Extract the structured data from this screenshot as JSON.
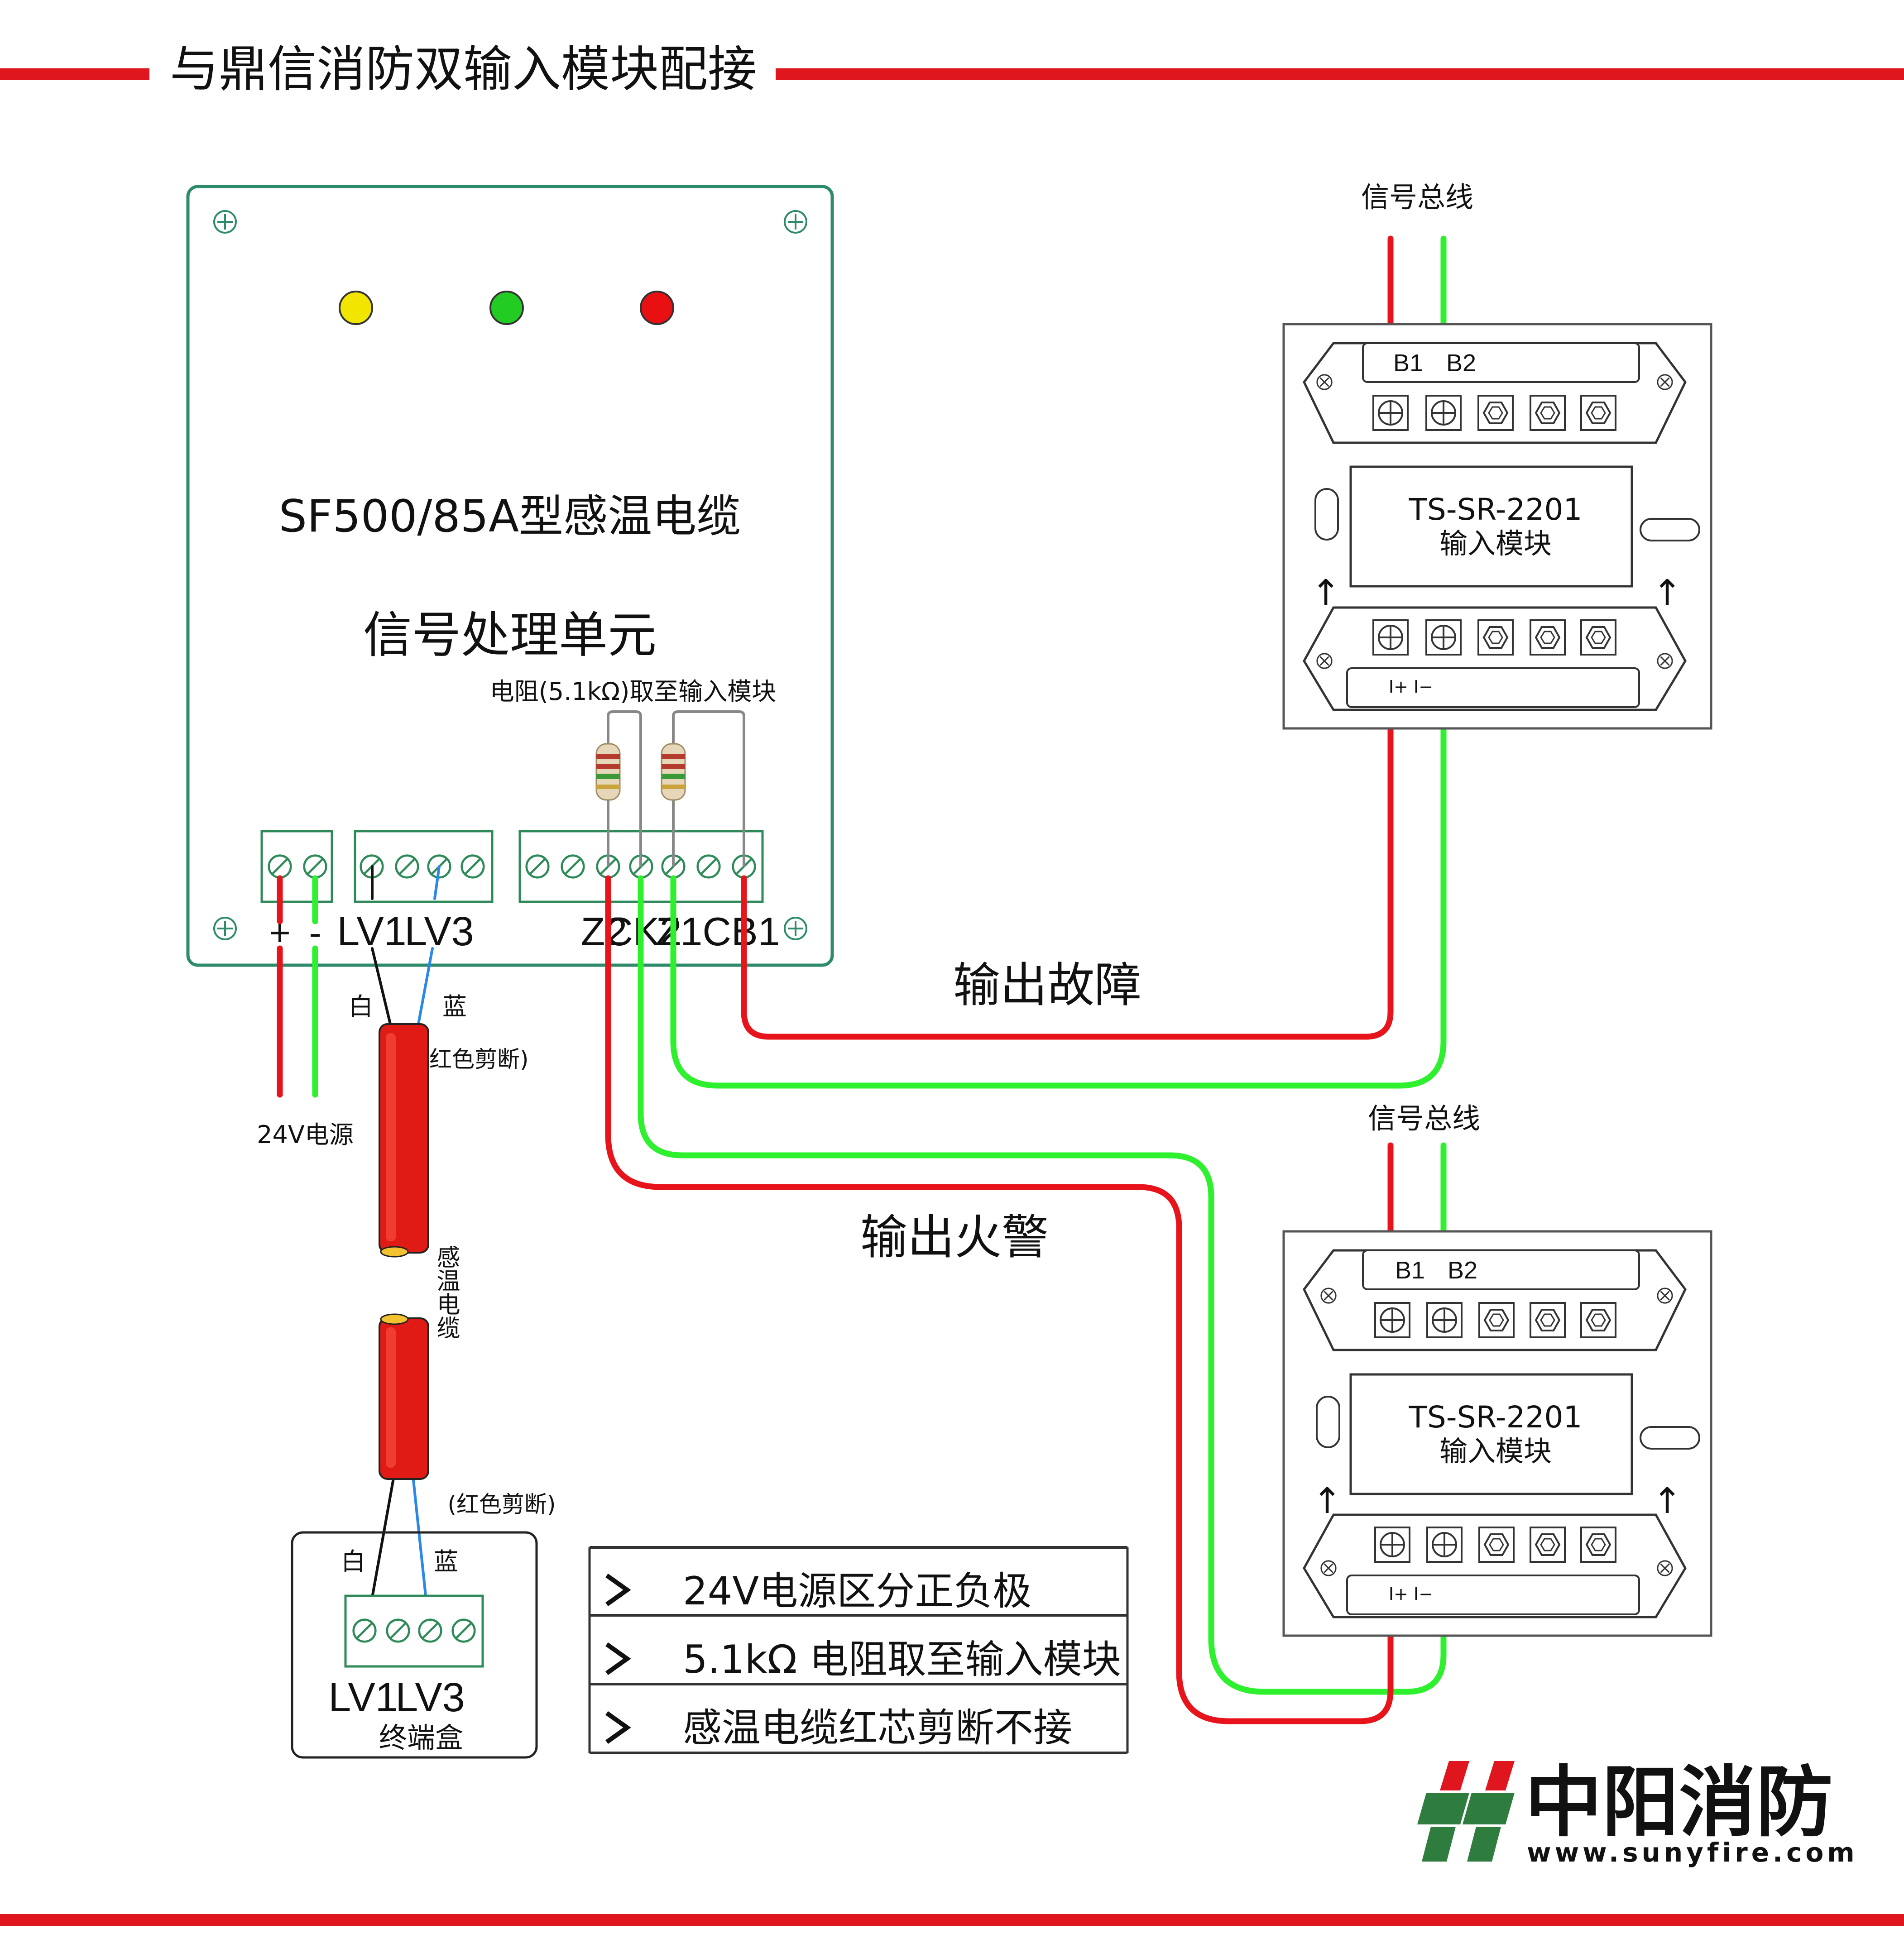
{
  "title": "与鼎信消防双输入模块配接",
  "colors": {
    "accent_red": "#e0161f",
    "wire_red": "#e8141c",
    "wire_green": "#2ef02e",
    "wire_blue": "#2b88e6",
    "panel_border": "#2e8b69",
    "terminal_green": "#2f8a5a",
    "brand_green": "#2e7d3e"
  },
  "signal_unit": {
    "model": "SF500/85A型感温电缆",
    "name": "信号处理单元",
    "led_colors": [
      "#f2e600",
      "#22cc22",
      "#e81010"
    ],
    "resistor_note": "电阻(5.1kΩ)取至输入模块",
    "power_labels": [
      "+",
      "-"
    ],
    "cable_labels": [
      "LV1",
      "LV3"
    ],
    "output_labels": [
      "Z2",
      "CK2",
      "Z1",
      "CB1"
    ]
  },
  "power_label": "24V电源",
  "cable": {
    "white_label": "白",
    "blue_label": "蓝",
    "cut_note": "(红色剪断)",
    "name": "感温电缆",
    "cut_note_2": "(红色剪断)",
    "white_label_2": "白",
    "blue_label_2": "蓝"
  },
  "terminal_box": {
    "labels": [
      "LV1",
      "LV3"
    ],
    "name": "终端盒"
  },
  "outputs": {
    "fault": "输出故障",
    "fire": "输出火警"
  },
  "modules": [
    {
      "bus_label": "信号总线",
      "b1": "B1",
      "b2": "B2",
      "model": "TS-SR-2201",
      "name": "输入模块",
      "bottom_marks": "I+ I−"
    },
    {
      "bus_label": "信号总线",
      "b1": "B1",
      "b2": "B2",
      "model": "TS-SR-2201",
      "name": "输入模块",
      "bottom_marks": "I+ I−"
    }
  ],
  "notes": [
    "24V电源区分正负极",
    "5.1kΩ 电阻取至输入模块",
    "感温电缆红芯剪断不接"
  ],
  "brand": {
    "name": "中阳消防",
    "url": "www.sunyfire.com"
  }
}
